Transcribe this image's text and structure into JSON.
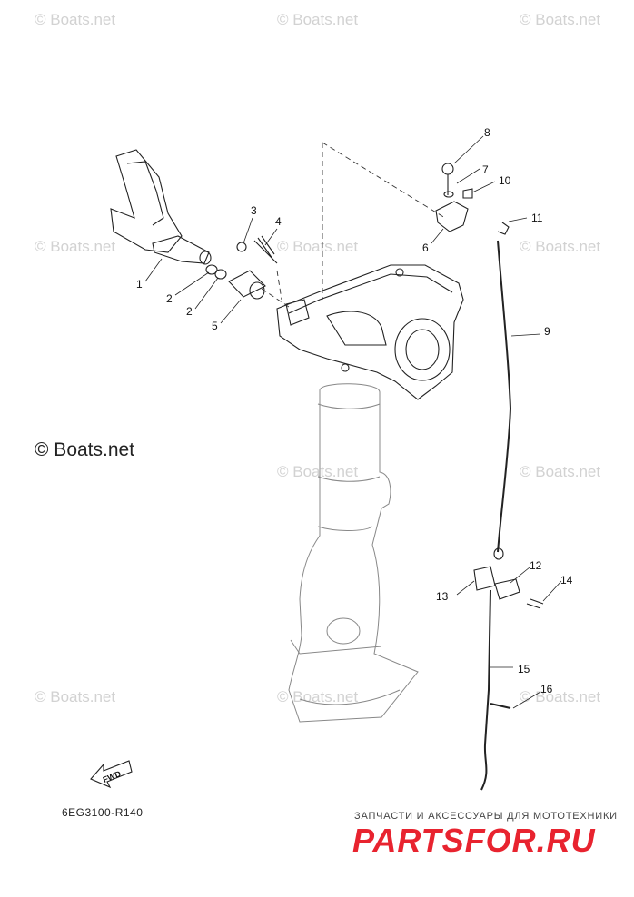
{
  "watermark_text": "© Boats.net",
  "diagram_code": "6EG3100-R140",
  "fwd_label": "FWD",
  "ad": {
    "line1": "ЗАПЧАСТИ И АКСЕССУАРЫ ДЛЯ МОТОТЕХНИКИ",
    "line2": "PARTSFOR.RU",
    "color": "#e8232f"
  },
  "callouts": [
    "1",
    "2",
    "2",
    "3",
    "4",
    "5",
    "6",
    "7",
    "8",
    "9",
    "10",
    "11",
    "12",
    "13",
    "14",
    "15",
    "16"
  ]
}
